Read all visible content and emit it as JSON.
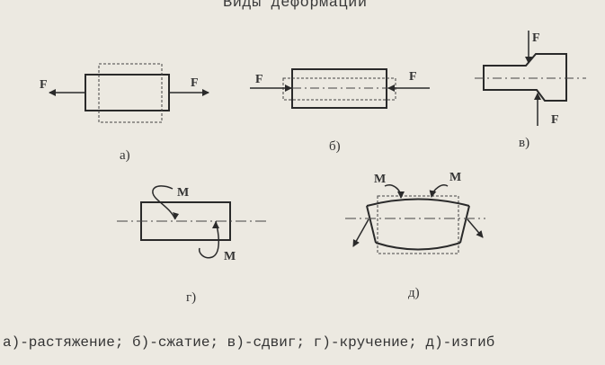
{
  "title": "Виды деформаций",
  "diagrams": {
    "a": {
      "caption": "а)",
      "force_left": "F",
      "force_right": "F"
    },
    "b": {
      "caption": "б)",
      "force_left": "F",
      "force_right": "F"
    },
    "v": {
      "caption": "в)",
      "force_top": "F",
      "force_bottom": "F"
    },
    "g": {
      "caption": "г)",
      "moment_top": "M",
      "moment_bottom": "M"
    },
    "d": {
      "caption": "д)",
      "moment_left": "M",
      "moment_right": "M"
    }
  },
  "legend": "а)-растяжение;  б)-сжатие;  в)-сдвиг;  г)-кручение;  д)-изгиб"
}
